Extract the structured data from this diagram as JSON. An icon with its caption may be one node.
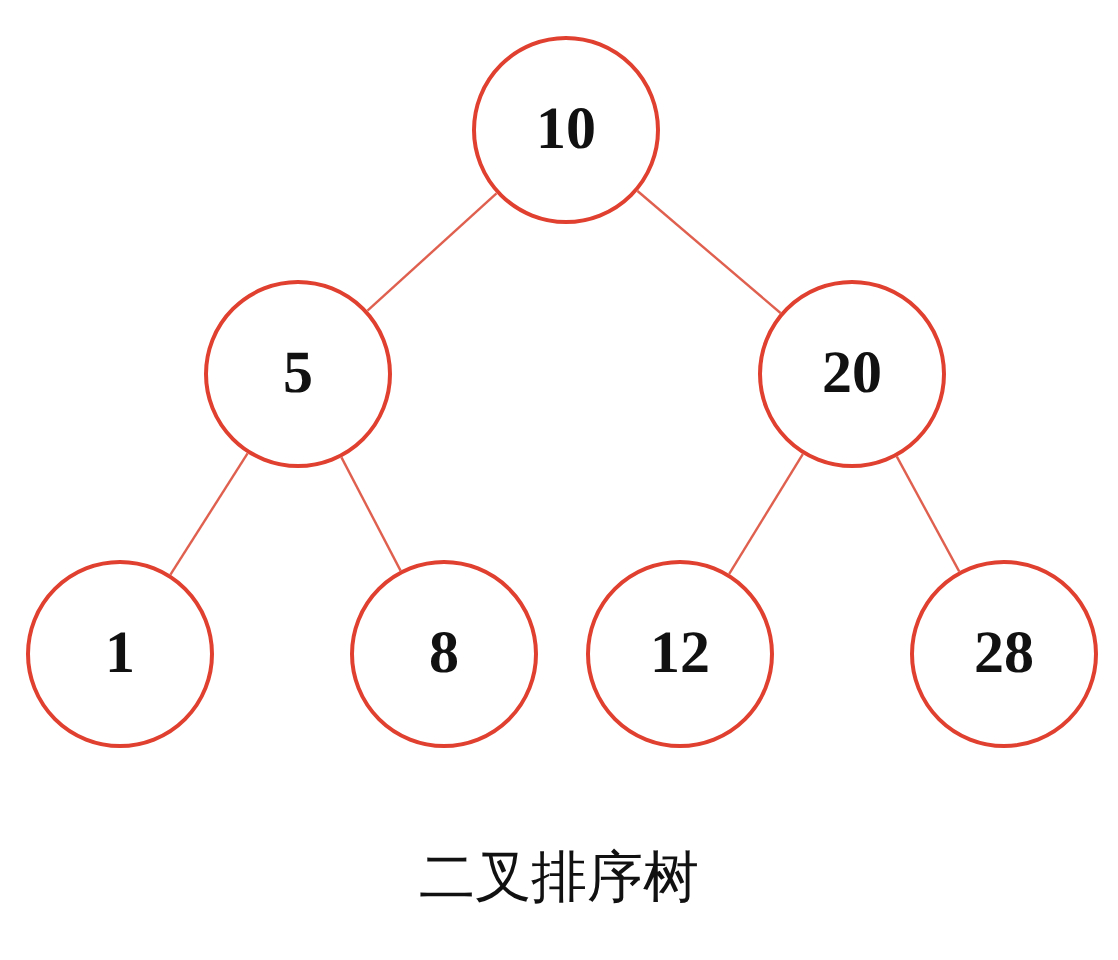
{
  "diagram": {
    "caption": "二叉排序树",
    "nodes": [
      {
        "text": [
          "10"
        ]
      },
      {
        "text": [
          "5"
        ]
      },
      {
        "text": [
          "20"
        ]
      },
      {
        "text": [
          "1"
        ]
      },
      {
        "text": [
          "8"
        ]
      },
      {
        "text": [
          "12"
        ]
      },
      {
        "text": [
          "28"
        ]
      }
    ],
    "edges": [
      {
        "from": 0,
        "to": 1,
        "arrow": "none"
      },
      {
        "from": 0,
        "to": 2,
        "arrow": "none"
      },
      {
        "from": 1,
        "to": 3,
        "arrow": "none"
      },
      {
        "from": 1,
        "to": 4,
        "arrow": "none"
      },
      {
        "from": 2,
        "to": 5,
        "arrow": "none"
      },
      {
        "from": 2,
        "to": 6,
        "arrow": "none"
      }
    ]
  }
}
